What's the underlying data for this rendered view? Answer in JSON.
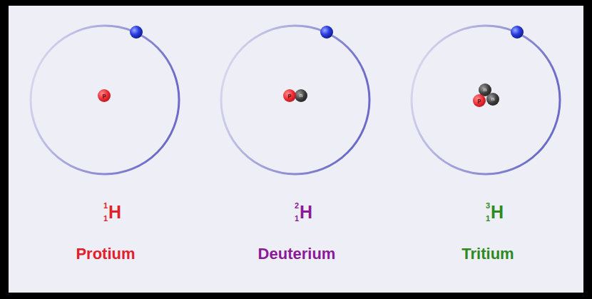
{
  "diagram": {
    "nodes": [
      {
        "text": [
          "p"
        ]
      },
      {
        "text": [
          "p"
        ]
      },
      {
        "text": [
          "n"
        ]
      },
      {
        "text": [
          "p"
        ]
      },
      {
        "text": [
          "n"
        ]
      },
      {
        "text": [
          "n"
        ]
      }
    ],
    "labels": [
      "1",
      "1",
      "H",
      "Protium",
      "2",
      "1",
      "H",
      "Deuterium",
      "3",
      "1",
      "H",
      "Tritium"
    ]
  }
}
